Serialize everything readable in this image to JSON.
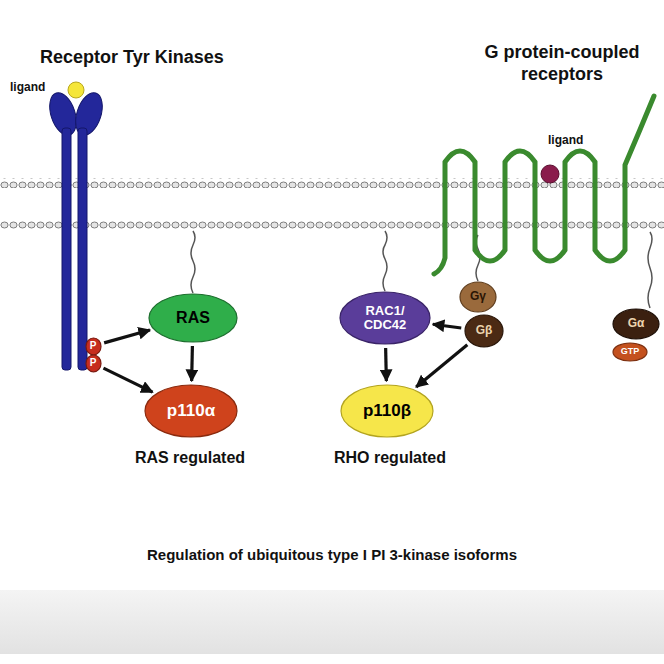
{
  "diagram": {
    "caption": "Regulation of ubiquitous type I PI 3-kinase isoforms",
    "nodes": [
      {
        "text": [
          "P"
        ]
      },
      {
        "text": [
          "P"
        ]
      },
      {
        "text": [
          "RAS"
        ]
      },
      {
        "text": [
          "RAC1/ CDC42"
        ]
      },
      {
        "text": [
          "Gγ"
        ]
      },
      {
        "text": [
          "Gβ"
        ]
      },
      {
        "text": [
          "Gα"
        ]
      },
      {
        "text": [
          "GTP"
        ]
      },
      {
        "text": [
          "p110α"
        ]
      },
      {
        "text": [
          "p110β"
        ]
      }
    ],
    "edges": [
      {
        "from": 0,
        "to": 2,
        "arrow": "to"
      },
      {
        "from": 1,
        "to": 8,
        "arrow": "to"
      },
      {
        "from": 2,
        "to": 8,
        "arrow": "to"
      },
      {
        "from": 5,
        "to": 3,
        "arrow": "to"
      },
      {
        "from": 3,
        "to": 9,
        "arrow": "to"
      },
      {
        "from": 5,
        "to": 9,
        "arrow": "to"
      }
    ],
    "labels": [
      "Receptor Tyr Kinases",
      "G protein-coupled receptors",
      "ligand",
      "ligand",
      "RAS regulated",
      "RHO regulated"
    ]
  }
}
